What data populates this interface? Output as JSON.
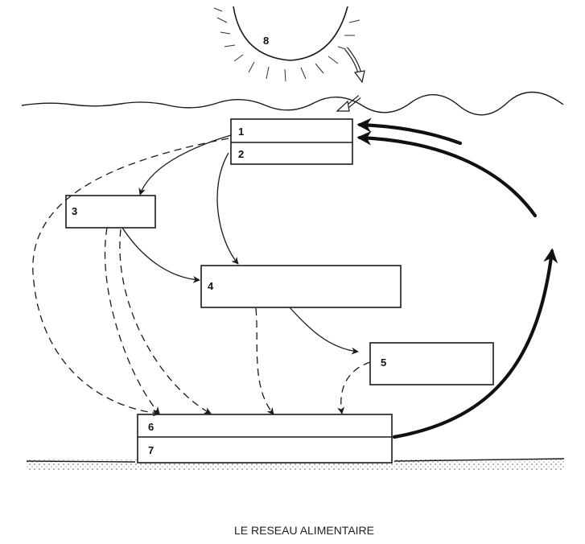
{
  "diagram": {
    "caption": "LE RESEAU ALIMENTAIRE",
    "labels": {
      "n1": "1",
      "n2": "2",
      "n3": "3",
      "n4": "4",
      "n5": "5",
      "n6": "6",
      "n7": "7",
      "n8": "8"
    },
    "icons": [
      "sun-icon",
      "water-surface",
      "sediment-ground"
    ]
  }
}
